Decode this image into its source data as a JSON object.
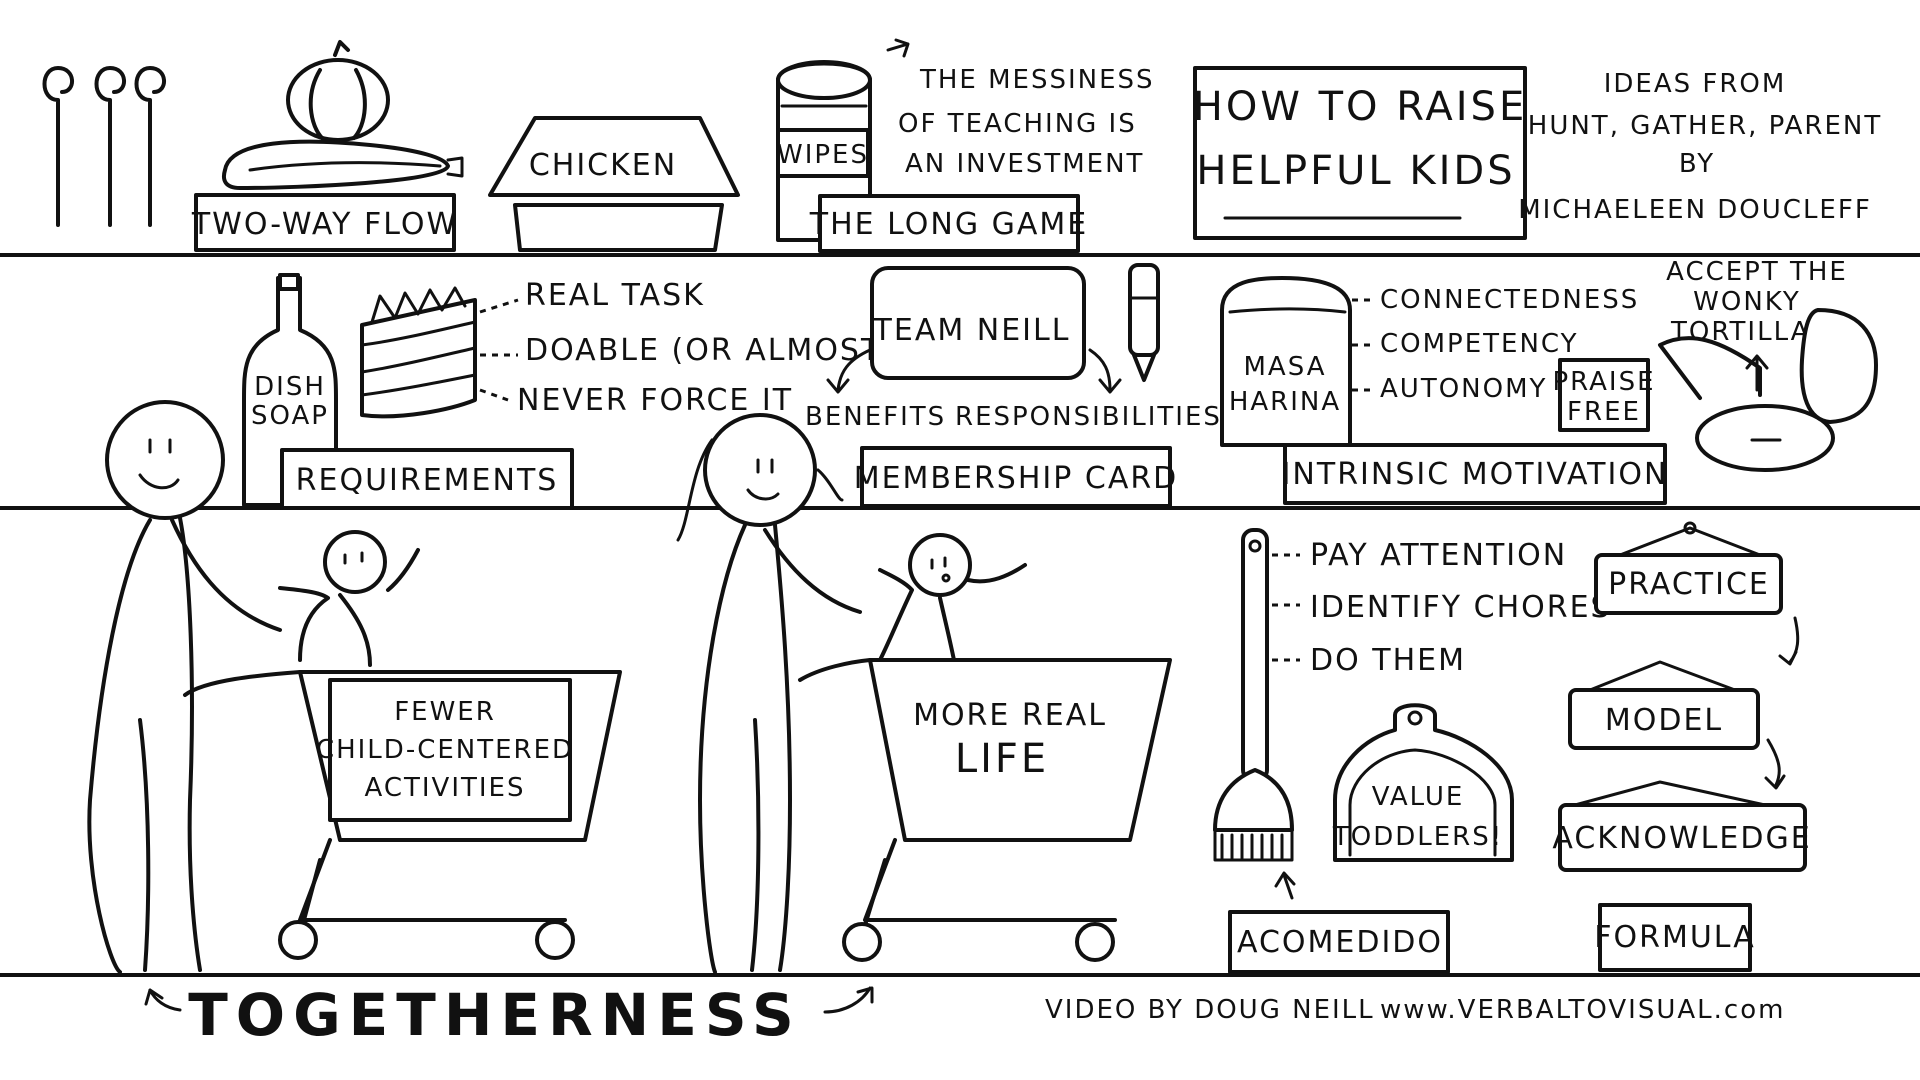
{
  "title": {
    "line1": "HOW TO RAISE",
    "line2": "HELPFUL KIDS"
  },
  "source": {
    "line1": "IDEAS FROM",
    "line2": "HUNT, GATHER, PARENT",
    "line3": "BY",
    "line4": "MICHAELEEN DOUCLEFF"
  },
  "top_shelf": {
    "two_way_flow": "TWO-WAY FLOW",
    "chicken": "CHICKEN",
    "wipes": "WIPES",
    "long_game": "THE LONG GAME",
    "messiness": {
      "line1": "THE MESSINESS",
      "line2": "OF TEACHING IS",
      "line3": "AN INVESTMENT"
    }
  },
  "middle_shelf": {
    "dish_soap": {
      "line1": "DISH",
      "line2": "SOAP"
    },
    "requirements": "REQUIREMENTS",
    "requirement_items": [
      "REAL TASK",
      "DOABLE (OR ALMOST)",
      "NEVER FORCE IT"
    ],
    "team_neill": "TEAM NEILL",
    "benefits": "BENEFITS",
    "responsibilities": "RESPONSIBILITIES",
    "membership_card": "MEMBERSHIP CARD",
    "masa_harina": {
      "line1": "MASA",
      "line2": "HARINA"
    },
    "motivation_items": [
      "CONNECTEDNESS",
      "COMPETENCY",
      "AUTONOMY"
    ],
    "intrinsic_motivation": "INTRINSIC MOTIVATION",
    "praise_free": {
      "line1": "PRAISE",
      "line2": "FREE"
    },
    "wonky": {
      "line1": "ACCEPT THE",
      "line2": "WONKY",
      "line3": "TORTILLAS"
    }
  },
  "bottom_shelf": {
    "cart_left": {
      "line1": "FEWER",
      "line2": "CHILD-CENTERED",
      "line3": "ACTIVITIES"
    },
    "cart_right": {
      "line1": "MORE REAL",
      "line2": "LIFE"
    },
    "acomedido_items": [
      "PAY ATTENTION",
      "IDENTIFY CHORES",
      "DO THEM"
    ],
    "value_toddlers": {
      "line1": "VALUE",
      "line2": "TODDLERS!"
    },
    "acomedido": "ACOMEDIDO",
    "formula_steps": [
      "PRACTICE",
      "MODEL",
      "ACKNOWLEDGE"
    ],
    "formula": "FORMULA"
  },
  "footer": {
    "togetherness": "TOGETHERNESS",
    "credit": "VIDEO BY DOUG NEILL",
    "url": "www.VERBALTOVISUAL.com"
  }
}
